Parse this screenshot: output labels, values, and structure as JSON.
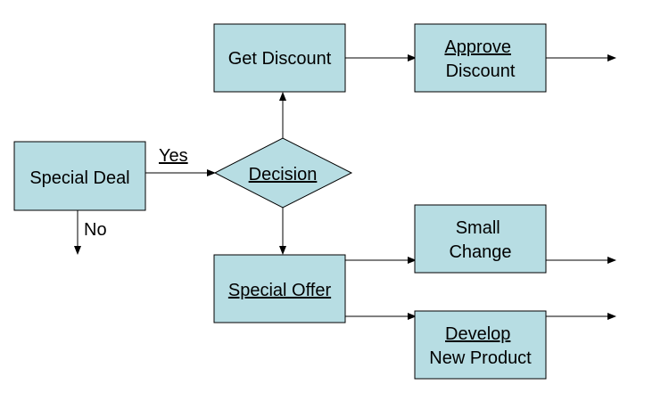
{
  "diagram": {
    "nodes": {
      "special_deal": "Special Deal",
      "decision": "Decision",
      "get_discount": "Get Discount",
      "approve_discount": [
        "Approve",
        "Discount"
      ],
      "special_offer": "Special Offer",
      "small_change": [
        "Small",
        "Change"
      ],
      "develop_new_product": [
        "Develop",
        "New Product"
      ]
    },
    "edge_labels": {
      "yes": "Yes",
      "no": "No"
    },
    "colors": {
      "node_fill": "#b7dde3",
      "stroke": "#000000",
      "spellcheck_underline": "#e02020"
    }
  }
}
